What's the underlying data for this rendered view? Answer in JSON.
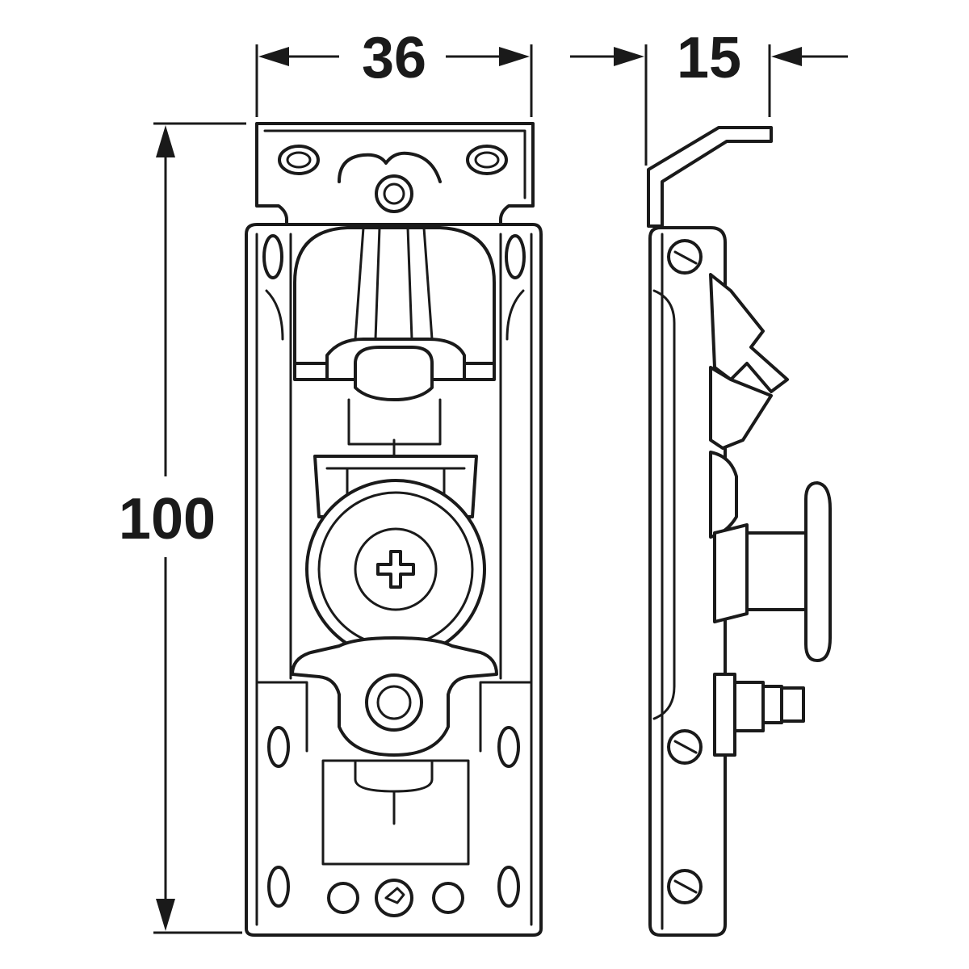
{
  "dimensions": {
    "width": {
      "value": "36"
    },
    "depth": {
      "value": "15"
    },
    "height": {
      "value": "100"
    }
  },
  "colors": {
    "line": "#1a1a1a",
    "background": "#ffffff"
  }
}
